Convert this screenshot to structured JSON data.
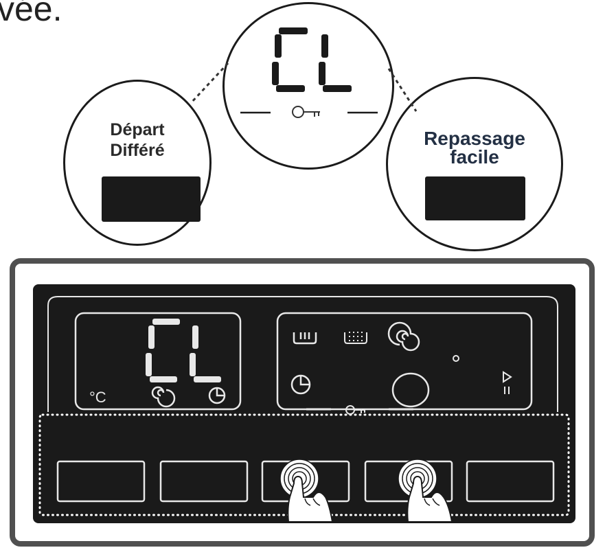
{
  "caption": {
    "text": "vée."
  },
  "callouts": {
    "left": {
      "line1": "Départ",
      "line2": "Différé"
    },
    "right": {
      "line1": "Repassage",
      "line2": "facile"
    },
    "center": {
      "display": "CL",
      "icon": "key-icon"
    }
  },
  "panel": {
    "display": "CL",
    "temp_symbol": "°C",
    "display_icons": [
      "spin-icon",
      "timer-icon"
    ],
    "status_icons": [
      "wash-icon",
      "rinse-icon",
      "spin-icon",
      "timer-icon",
      "power-dial",
      "play-pause-icon",
      "key-icon"
    ],
    "buttons_count": 5
  },
  "colors": {
    "dark": "#1a1a1a",
    "frame": "#505050",
    "line": "#e8e8e8"
  }
}
